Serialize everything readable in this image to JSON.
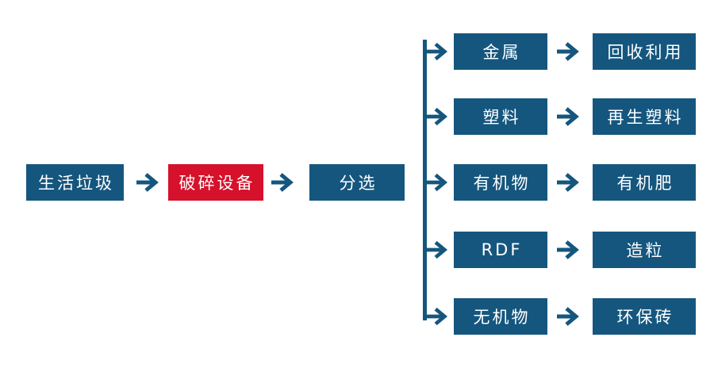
{
  "colors": {
    "node_blue": "#15567E",
    "node_red": "#D6112B",
    "arrow_blue": "#15567E",
    "text": "#FFFFFF",
    "background": "#FFFFFF"
  },
  "main_flow": {
    "source": "生活垃圾",
    "crusher": "破碎设备",
    "sorting": "分选"
  },
  "branches": [
    {
      "material": "金属",
      "product": "回收利用"
    },
    {
      "material": "塑料",
      "product": "再生塑料"
    },
    {
      "material": "有机物",
      "product": "有机肥"
    },
    {
      "material": "RDF",
      "product": "造粒"
    },
    {
      "material": "无机物",
      "product": "环保砖"
    }
  ]
}
